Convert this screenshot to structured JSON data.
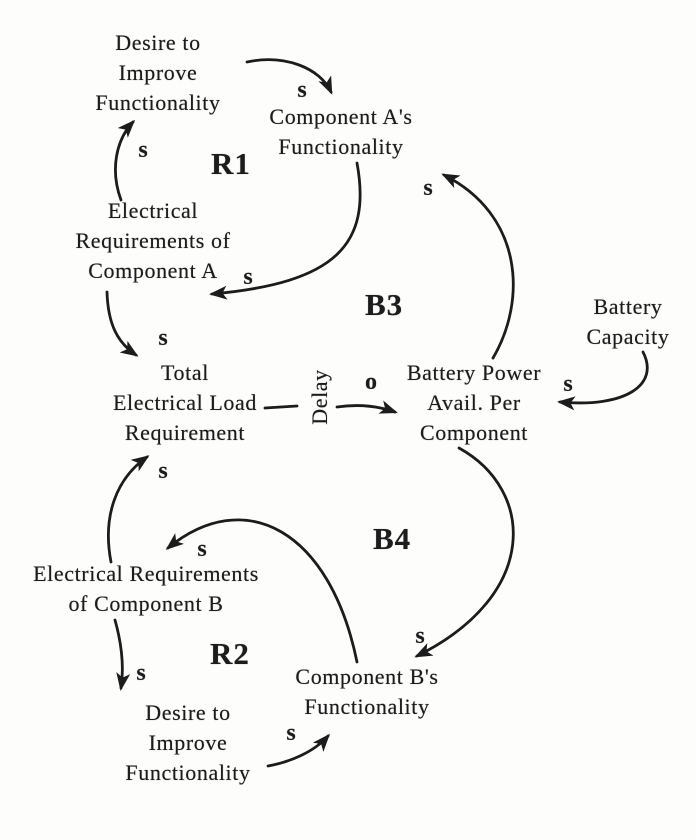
{
  "diagram": {
    "nodes": {
      "desire_top": {
        "lines": [
          "Desire to",
          "Improve",
          "Functionality"
        ]
      },
      "comp_a": {
        "lines": [
          "Component A's",
          "Functionality"
        ]
      },
      "elec_req_a": {
        "lines": [
          "Electrical",
          "Requirements of",
          "Component A"
        ]
      },
      "total_load": {
        "lines": [
          "Total",
          "Electrical Load",
          "Requirement"
        ]
      },
      "battery_power": {
        "lines": [
          "Battery Power",
          "Avail. Per",
          "Component"
        ]
      },
      "battery_capacity": {
        "lines": [
          "Battery",
          "Capacity"
        ]
      },
      "elec_req_b": {
        "lines": [
          "Electrical Requirements",
          "of Component B"
        ]
      },
      "comp_b": {
        "lines": [
          "Component B's",
          "Functionality"
        ]
      },
      "desire_bottom": {
        "lines": [
          "Desire to",
          "Improve",
          "Functionality"
        ]
      }
    },
    "loops": {
      "r1": "R1",
      "b3": "B3",
      "b4": "B4",
      "r2": "R2"
    },
    "delay_label": "Delay",
    "link_labels": {
      "s": "s",
      "o": "o"
    },
    "colors": {
      "ink": "#1c1c1c",
      "background": "#fdfdfc"
    }
  }
}
